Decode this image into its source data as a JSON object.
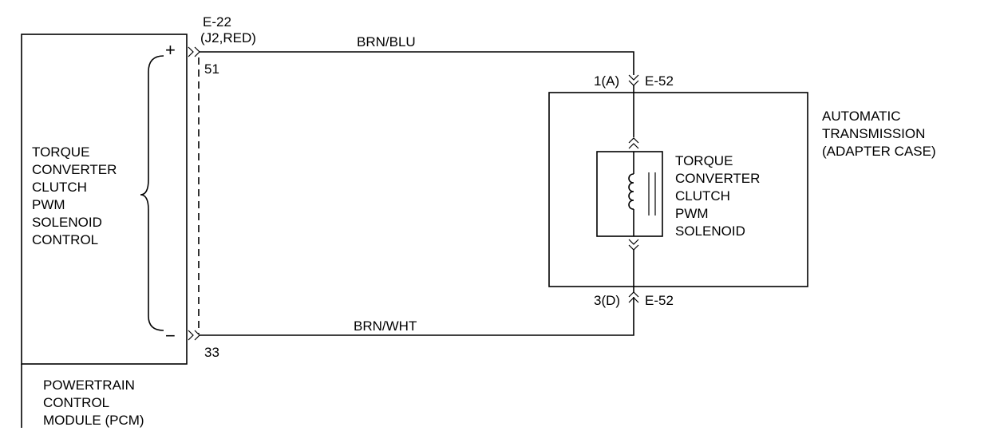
{
  "pcm": {
    "function_lines": [
      "TORQUE",
      "CONVERTER",
      "CLUTCH",
      "PWM",
      "SOLENOID",
      "CONTROL"
    ],
    "plus_sign": "+",
    "minus_sign": "−",
    "name_lines": [
      "POWERTRAIN",
      "CONTROL",
      "MODULE (PCM)"
    ]
  },
  "connector_pcm": {
    "id": "E-22",
    "detail": "(J2,RED)",
    "pin_top": "51",
    "pin_bottom": "33"
  },
  "wires": {
    "top_color": "BRN/BLU",
    "bottom_color": "BRN/WHT"
  },
  "connector_trans": {
    "top_pin": "1(A)",
    "top_id": "E-52",
    "bottom_pin": "3(D)",
    "bottom_id": "E-52"
  },
  "solenoid": {
    "label_lines": [
      "TORQUE",
      "CONVERTER",
      "CLUTCH",
      "PWM",
      "SOLENOID"
    ]
  },
  "transmission": {
    "label_lines": [
      "AUTOMATIC",
      "TRANSMISSION",
      "(ADAPTER CASE)"
    ]
  }
}
